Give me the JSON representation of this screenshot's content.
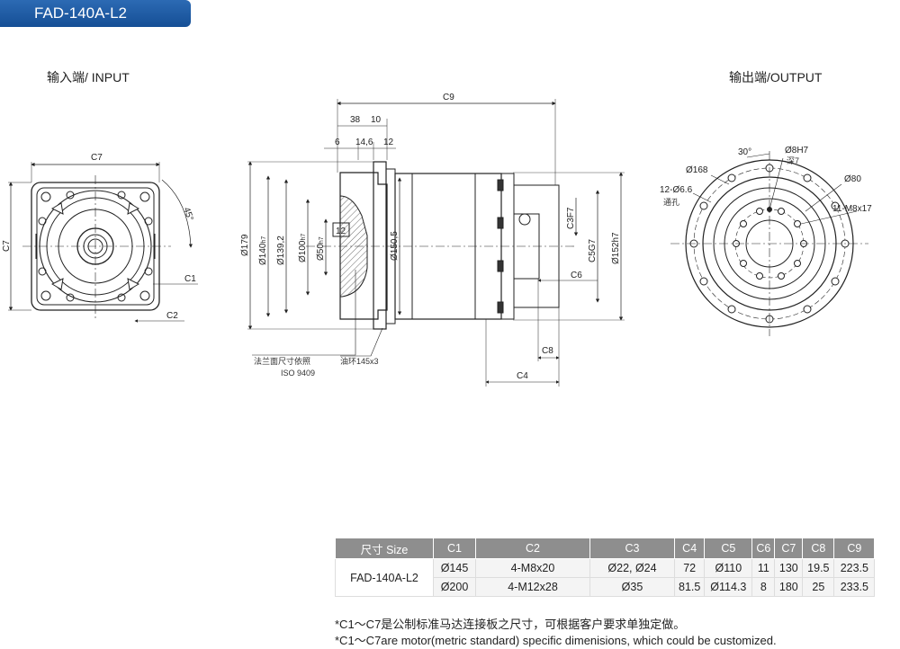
{
  "title": "FAD-140A-L2",
  "input_label": "输入端/ INPUT",
  "output_label": "输出端/OUTPUT",
  "input_dims": {
    "c7_top": "C7",
    "c7_side": "C7",
    "angle": "45°",
    "c1": "C1",
    "c2": "C2"
  },
  "side_dims": {
    "c9": "C9",
    "d38": "38",
    "d10": "10",
    "d6": "6",
    "d146": "14,6",
    "d12": "12",
    "d12b": "12",
    "dia179": "Ø179",
    "dia140": "Ø140",
    "dia140_tol": "h7",
    "dia1392": "Ø139,2",
    "dia100": "Ø100",
    "dia100_tol": "h7",
    "dia50": "Ø50",
    "dia50_tol": "h7",
    "dia1505": "Ø150,5",
    "c3f7": "C3F7",
    "c5g7": "C5G7",
    "dia152": "Ø152h7",
    "c6": "C6",
    "c8": "C8",
    "c4": "C4",
    "note_flange": "法兰面尺寸依照",
    "note_iso": "ISO 9409",
    "note_oring": "油环145x3"
  },
  "output_dims": {
    "angle30": "30°",
    "pin": "Ø8H7",
    "pin_depth": "深7",
    "d168": "Ø168",
    "holes": "12-Ø6.6",
    "holes_note": "通孔",
    "d80": "Ø80",
    "threads": "11-M8x17"
  },
  "table": {
    "headers": [
      "尺寸 Size",
      "C1",
      "C2",
      "C3",
      "C4",
      "C5",
      "C6",
      "C7",
      "C8",
      "C9"
    ],
    "model": "FAD-140A-L2",
    "rows": [
      [
        "Ø145",
        "4-M8x20",
        "Ø22, Ø24",
        "72",
        "Ø110",
        "11",
        "130",
        "19.5",
        "223.5"
      ],
      [
        "Ø200",
        "4-M12x28",
        "Ø35",
        "81.5",
        "Ø114.3",
        "8",
        "180",
        "25",
        "233.5"
      ]
    ]
  },
  "footnotes": [
    "*C1～C7是公制标准马达连接板之尺寸，可根据客户要求单独定做。",
    "*C1～C7are motor(metric standard) specific dimenisions, which could be customized."
  ]
}
